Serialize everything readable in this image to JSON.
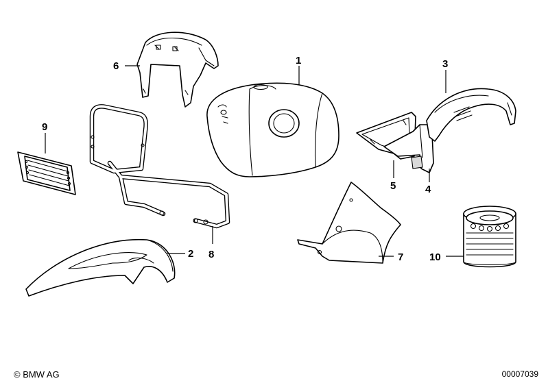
{
  "callouts": {
    "c1": "1",
    "c2": "2",
    "c3": "3",
    "c4": "4",
    "c5": "5",
    "c6": "6",
    "c7": "7",
    "c8": "8",
    "c9": "9",
    "c10": "10"
  },
  "footer": {
    "copyright_symbol": "©",
    "copyright": "BMW AG",
    "drawing_number": "00007039"
  }
}
